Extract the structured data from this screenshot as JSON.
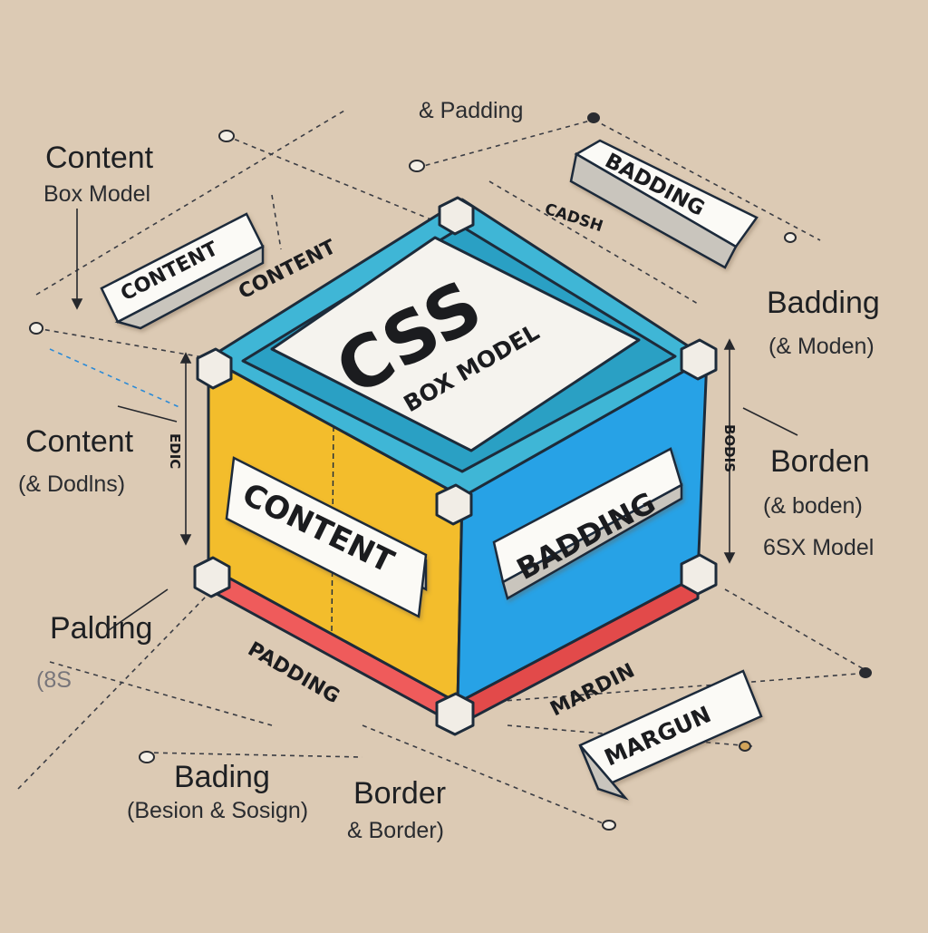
{
  "top_note": "& Padding",
  "left": {
    "content_1": "Content",
    "box_model": "Box Model",
    "content_2": "Content",
    "content_2_sub": "(& Dodlns)",
    "palding": "Palding",
    "palding_sub": "(8S",
    "bading": "Bading",
    "bading_sub": "(Besion & Sosign)"
  },
  "right": {
    "badding": "Badding",
    "badding_sub": "(& Moden)",
    "borden": "Borden",
    "borden_sub": "(& boden)",
    "bsx_model": "6SX Model"
  },
  "bottom": {
    "border": "Border",
    "border_sub": "& Border)"
  },
  "blocks": {
    "content_left": "CONTENT",
    "badding_top": "BADDING",
    "margin_bottom": "MARGUN",
    "content_front": "CONTENT",
    "badding_front": "BADDING"
  },
  "cube": {
    "top_title": "CSS",
    "top_subtitle": "BOX MODEL"
  },
  "edge_text": {
    "content_diag": "CONTENT",
    "cadsh": "CADSH",
    "padding_diag": "PADDING",
    "margin_diag": "MARDIN",
    "vert_left": "EDIC",
    "vert_right": "BODIS"
  },
  "colors": {
    "background": "#dccab4",
    "top_frame": "#3fb6d6",
    "front_left": "#f3bd2c",
    "front_right": "#27a2e6",
    "bottom_edge": "#ef5b5b",
    "outline": "#1d2b3a"
  }
}
